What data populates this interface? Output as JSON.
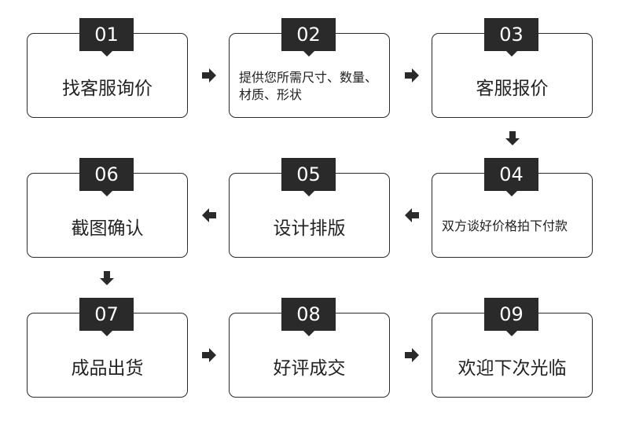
{
  "steps": [
    {
      "num": "01",
      "label": "找客服询价"
    },
    {
      "num": "02",
      "label": "提供您所需尺寸、数量、材质、形状"
    },
    {
      "num": "03",
      "label": "客服报价"
    },
    {
      "num": "04",
      "label": "双方谈好价格拍下付款"
    },
    {
      "num": "05",
      "label": "设计排版"
    },
    {
      "num": "06",
      "label": "截图确认"
    },
    {
      "num": "07",
      "label": "成品出货"
    },
    {
      "num": "08",
      "label": "好评成交"
    },
    {
      "num": "09",
      "label": "欢迎下次光临"
    }
  ],
  "colors": {
    "badge": "#2a2a2a",
    "border": "#2b2b2b",
    "arrow": "#2a2a2a"
  }
}
